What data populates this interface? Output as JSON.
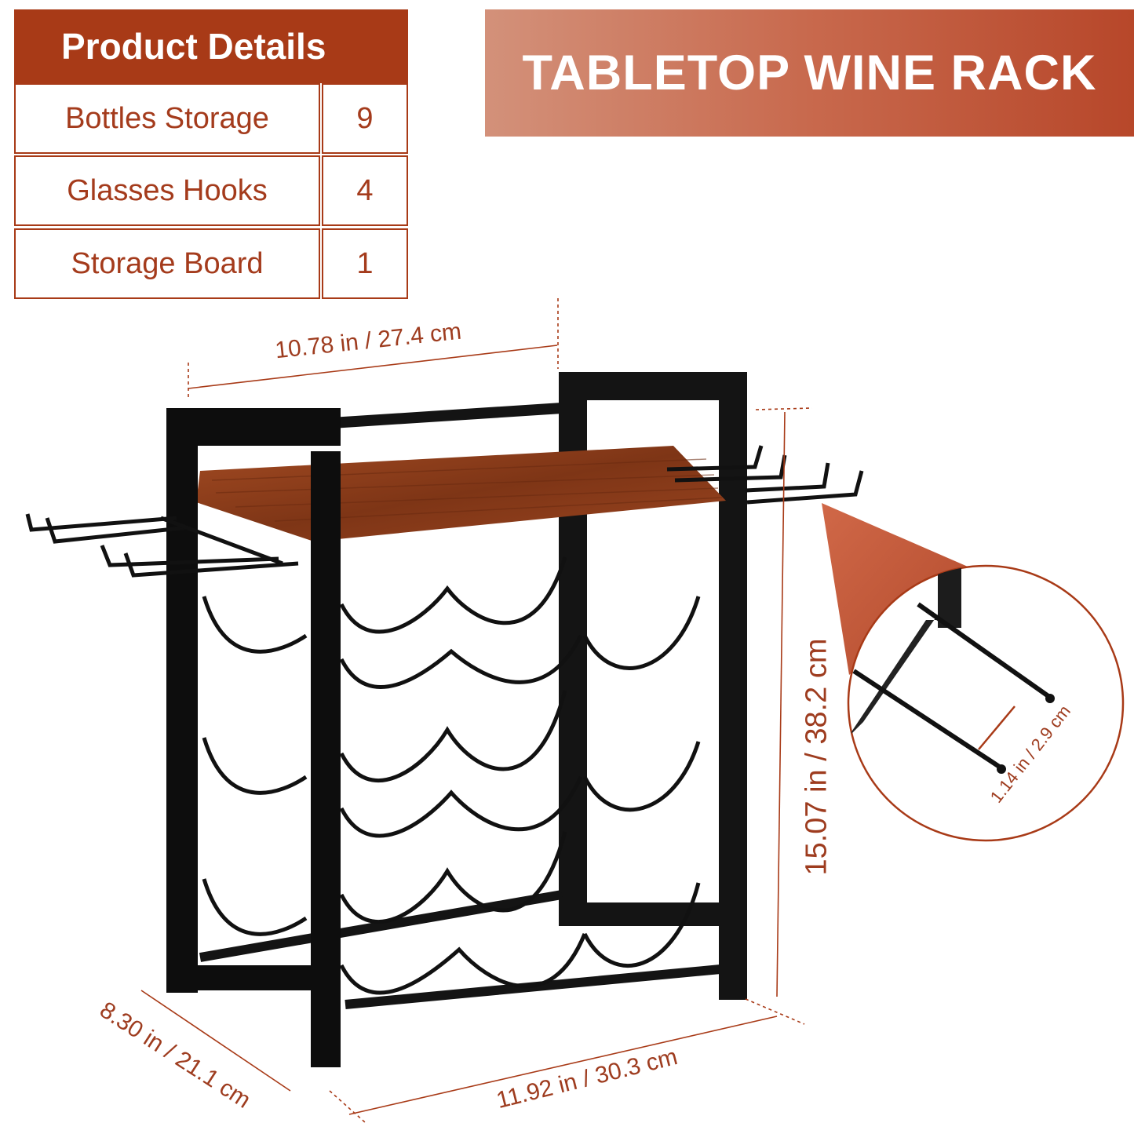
{
  "details": {
    "header": "Product Details",
    "rows": [
      {
        "label": "Bottles Storage",
        "value": "9"
      },
      {
        "label": "Glasses Hooks",
        "value": "4"
      },
      {
        "label": "Storage Board",
        "value": "1"
      }
    ]
  },
  "banner": {
    "title": "TABLETOP WINE RACK"
  },
  "dimensions": {
    "top_width": "10.78 in / 27.4 cm",
    "height": "15.07 in / 38.2 cm",
    "depth": "8.30 in / 21.1 cm",
    "bottom_width": "11.92 in / 30.3 cm",
    "hook_spacing": "1.14 in / 2.9 cm"
  },
  "colors": {
    "accent": "#a83a17",
    "wood": "#8a3e1c",
    "frame": "#111111"
  }
}
